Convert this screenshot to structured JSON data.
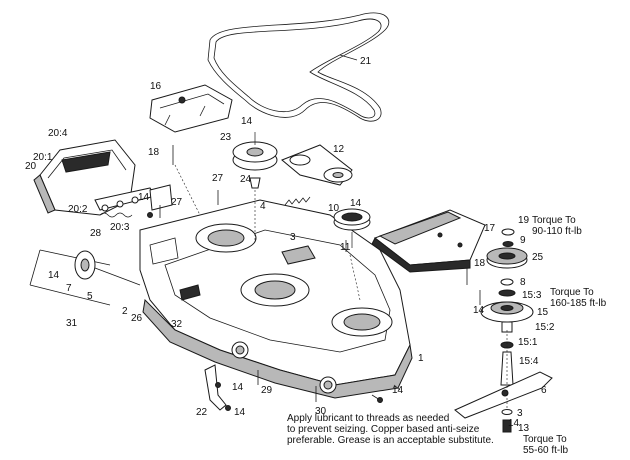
{
  "callouts": [
    {
      "id": "c21",
      "text": "21"
    },
    {
      "id": "c16",
      "text": "16"
    },
    {
      "id": "c20_4",
      "text": "20:4"
    },
    {
      "id": "c20_1",
      "text": "20:1"
    },
    {
      "id": "c20",
      "text": "20"
    },
    {
      "id": "c18a",
      "text": "18"
    },
    {
      "id": "c14a",
      "text": "14"
    },
    {
      "id": "c23",
      "text": "23"
    },
    {
      "id": "c12",
      "text": "12"
    },
    {
      "id": "c27a",
      "text": "27"
    },
    {
      "id": "c24",
      "text": "24"
    },
    {
      "id": "c4",
      "text": "4"
    },
    {
      "id": "c14b",
      "text": "14"
    },
    {
      "id": "c10",
      "text": "10"
    },
    {
      "id": "c20_2",
      "text": "20:2"
    },
    {
      "id": "c14c",
      "text": "14"
    },
    {
      "id": "c27b",
      "text": "27"
    },
    {
      "id": "c28",
      "text": "28"
    },
    {
      "id": "c20_3",
      "text": "20:3"
    },
    {
      "id": "c3",
      "text": "3"
    },
    {
      "id": "c11",
      "text": "11"
    },
    {
      "id": "c17",
      "text": "17"
    },
    {
      "id": "c19",
      "text": "19"
    },
    {
      "id": "c9",
      "text": "9"
    },
    {
      "id": "c25",
      "text": "25"
    },
    {
      "id": "c18b",
      "text": "18"
    },
    {
      "id": "c8",
      "text": "8"
    },
    {
      "id": "c14d",
      "text": "14"
    },
    {
      "id": "c7",
      "text": "7"
    },
    {
      "id": "c5",
      "text": "5"
    },
    {
      "id": "c15_3",
      "text": "15:3"
    },
    {
      "id": "c15",
      "text": "15"
    },
    {
      "id": "c14e",
      "text": "14"
    },
    {
      "id": "c15_2",
      "text": "15:2"
    },
    {
      "id": "c2",
      "text": "2"
    },
    {
      "id": "c26",
      "text": "26"
    },
    {
      "id": "c31",
      "text": "31"
    },
    {
      "id": "c32",
      "text": "32"
    },
    {
      "id": "c15_1",
      "text": "15:1"
    },
    {
      "id": "c1",
      "text": "1"
    },
    {
      "id": "c15_4",
      "text": "15:4"
    },
    {
      "id": "c14f",
      "text": "14"
    },
    {
      "id": "c6",
      "text": "6"
    },
    {
      "id": "c29",
      "text": "29"
    },
    {
      "id": "c14g",
      "text": "14"
    },
    {
      "id": "c22",
      "text": "22"
    },
    {
      "id": "c14h",
      "text": "14"
    },
    {
      "id": "c30",
      "text": "30"
    },
    {
      "id": "c3b",
      "text": "3"
    },
    {
      "id": "c13",
      "text": "13"
    },
    {
      "id": "c14i",
      "text": "14"
    }
  ],
  "torque_specs": [
    {
      "id": "t1",
      "line1": "Torque To",
      "line2": "90-110 ft-lb"
    },
    {
      "id": "t2",
      "line1": "Torque To",
      "line2": "160-185 ft-lb"
    },
    {
      "id": "t3",
      "line1": "Torque To",
      "line2": "55-60 ft-lb"
    }
  ],
  "note": {
    "line1": "Apply lubricant to threads as needed",
    "line2": "to prevent seizing. Copper based anti-seize",
    "line3": "preferable. Grease is an acceptable substitute."
  }
}
